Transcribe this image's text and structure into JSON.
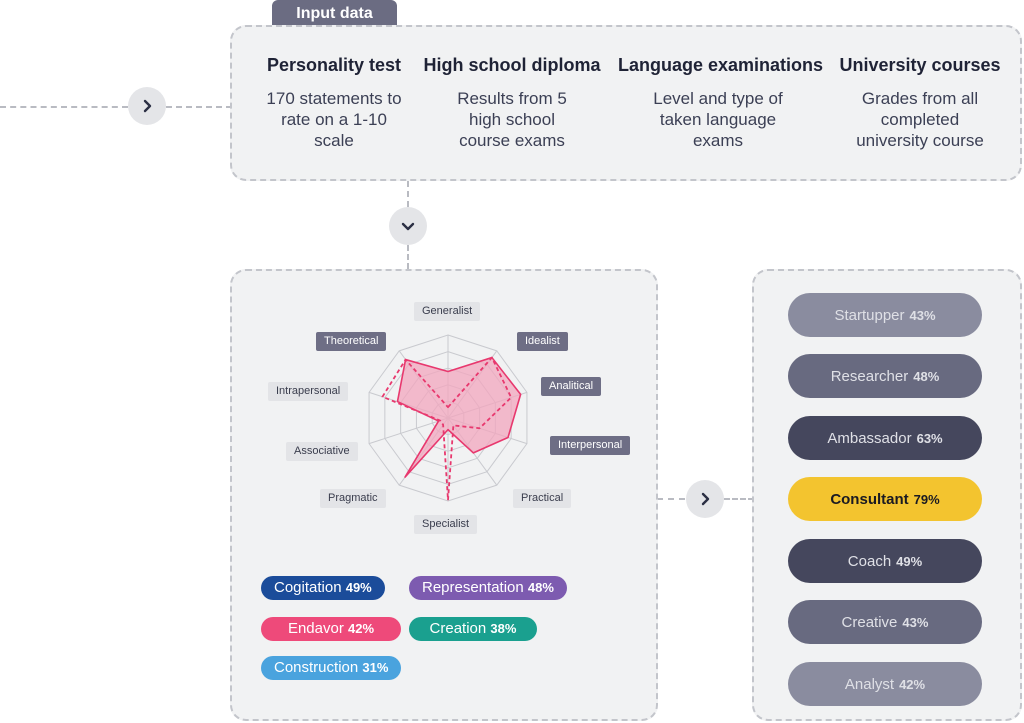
{
  "input_tag": "Input data",
  "inputs": [
    {
      "title": "Personality test",
      "desc": "170 statements to rate on a 1-10 scale"
    },
    {
      "title": "High school diploma",
      "desc": "Results from 5 high school course exams"
    },
    {
      "title": "Language examinations",
      "desc": "Level and type of taken language exams"
    },
    {
      "title": "University courses",
      "desc": "Grades from all completed university course"
    }
  ],
  "nav_icons": {
    "right": "chevron-right-icon",
    "down": "chevron-down-icon"
  },
  "radar": {
    "axes": [
      "Generalist",
      "Idealist",
      "Analitical",
      "Interpersonal",
      "Practical",
      "Specialist",
      "Pragmatic",
      "Associative",
      "Intrapersonal",
      "Theoretical"
    ],
    "highlighted_axes": [
      "Theoretical",
      "Idealist",
      "Analitical",
      "Interpersonal"
    ],
    "max": 10,
    "rings": 5,
    "primary_values": [
      5.6,
      9.0,
      9.2,
      7.6,
      5.2,
      1.4,
      8.8,
      1.2,
      6.4,
      8.7
    ],
    "secondary_values": [
      1.3,
      9.0,
      8.0,
      4.0,
      1.1,
      9.9,
      1.0,
      1.0,
      8.3,
      8.7
    ],
    "colors": {
      "fill": "#f2a6bd",
      "stroke": "#e8386e",
      "grid": "#c9cacf"
    }
  },
  "factors": [
    {
      "name": "Cogitation",
      "value": "49%",
      "color": "#1b4c9a"
    },
    {
      "name": "Representation",
      "value": "48%",
      "color": "#7d5bb0"
    },
    {
      "name": "Endavor",
      "value": "42%",
      "color": "#ee4a7a"
    },
    {
      "name": "Creation",
      "value": "38%",
      "color": "#1aa08f"
    },
    {
      "name": "Construction",
      "value": "31%",
      "color": "#4aa3de"
    }
  ],
  "roles": [
    {
      "name": "Startupper",
      "value": "43%",
      "color": "#8a8c9f"
    },
    {
      "name": "Researcher",
      "value": "48%",
      "color": "#686a80"
    },
    {
      "name": "Ambassador",
      "value": "63%",
      "color": "#45475d"
    },
    {
      "name": "Consultant",
      "value": "79%",
      "color": "#f3c42f"
    },
    {
      "name": "Coach",
      "value": "49%",
      "color": "#45475d"
    },
    {
      "name": "Creative",
      "value": "43%",
      "color": "#686a80"
    },
    {
      "name": "Analyst",
      "value": "42%",
      "color": "#8a8c9f"
    }
  ]
}
